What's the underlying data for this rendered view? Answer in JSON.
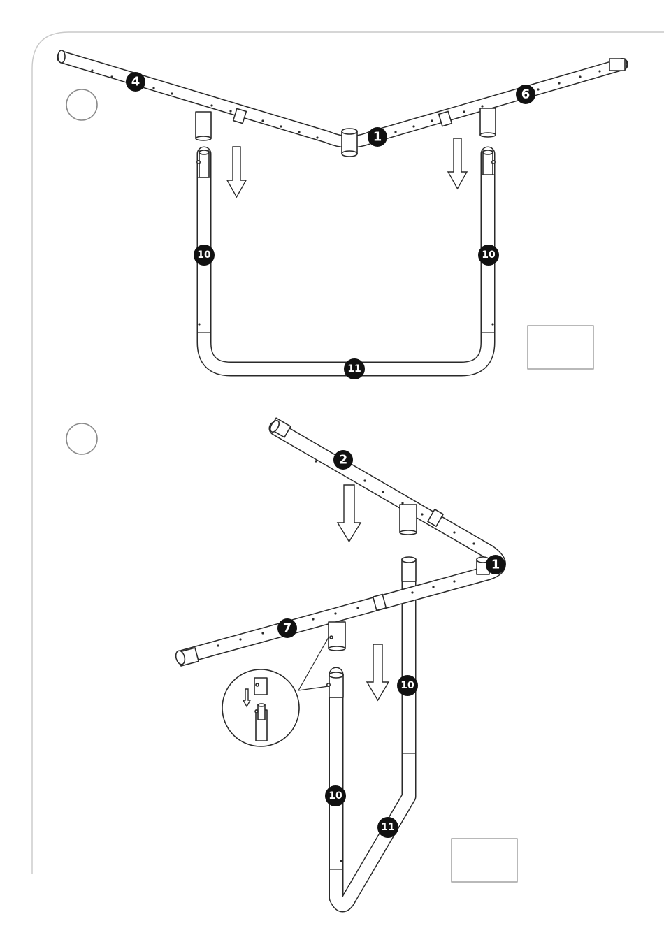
{
  "steps": [
    {
      "part_labels": [
        "4",
        "1",
        "6",
        "10",
        "10",
        "11"
      ]
    },
    {
      "part_labels": [
        "2",
        "1",
        "7",
        "10",
        "10",
        "11"
      ]
    }
  ]
}
